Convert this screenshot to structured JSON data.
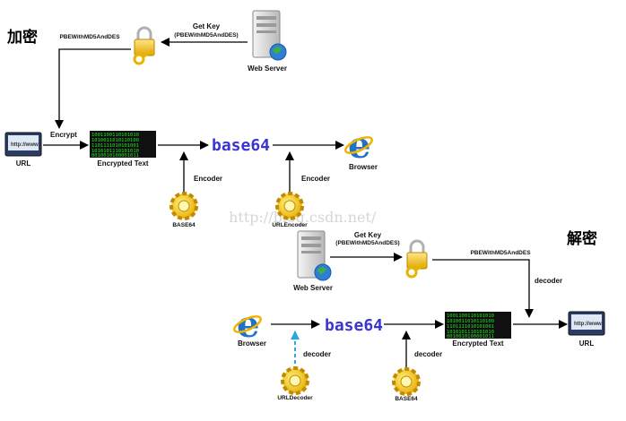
{
  "headings": {
    "encrypt": "加密",
    "decrypt": "解密"
  },
  "watermark": "http://blog.csdn.net/",
  "encrypt_flow": {
    "get_key": "Get Key",
    "get_key_algo": "(PBEWithMD5AndDES)",
    "web_server": "Web Server",
    "key_algo": "PBEWithMD5AndDES",
    "encrypt": "Encrypt",
    "url": "URL",
    "encrypted_text": "Encrypted Text",
    "base64": "base64",
    "browser": "Browser",
    "encoder_1": "Encoder",
    "encoder_2": "Encoder",
    "base64_gear": "BASE64",
    "urlencoder": "URLEncoder"
  },
  "decrypt_flow": {
    "get_key": "Get Key",
    "get_key_algo": "(PBEWithMD5AndDES)",
    "web_server": "Web Server",
    "key_algo": "PBEWithMD5AndDES",
    "decoder_1": "decoder",
    "decoder_2": "decoder",
    "decoder_3": "decoder",
    "url": "URL",
    "browser": "Browser",
    "base64": "base64",
    "encrypted_text": "Encrypted Text",
    "urldecoder": "URLDecoder",
    "base64_gear": "BASE64"
  },
  "matrix_rows": [
    "1001100110101010",
    "1010011010110100",
    "1101111010101001",
    "1010101110101010",
    "0010010100001011"
  ],
  "browser_glyph": "e",
  "url_screen_text": "http://www.",
  "colors": {
    "arrow": "#000000",
    "dashed_arrow": "#2aa8e0",
    "base64_text": "#3a35d0",
    "matrix_bg": "#101010",
    "matrix_fg": "#22e022",
    "gear": "#f5c400",
    "ie_blue": "#1e73c8",
    "server": "#dcdcdc"
  }
}
